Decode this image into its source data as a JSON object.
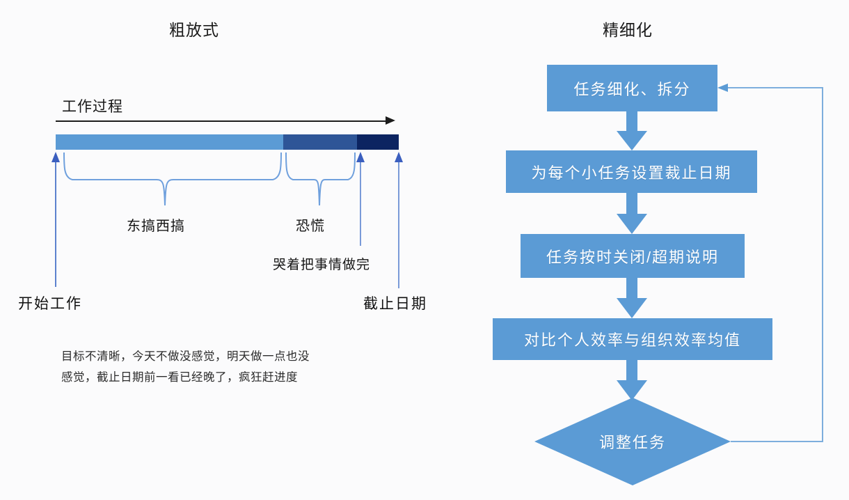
{
  "panels": {
    "left": {
      "title": "粗放式"
    },
    "right": {
      "title": "精细化"
    }
  },
  "timeline": {
    "axis_label": "工作过程",
    "segments": [
      {
        "name": "messing-around",
        "color": "#5b9bd5",
        "portion": 0.663
      },
      {
        "name": "panic",
        "color": "#2e5597",
        "portion": 0.215
      },
      {
        "name": "crying-finish",
        "color": "#0c2461",
        "portion": 0.122
      }
    ],
    "brace_labels": [
      {
        "name": "messing-around-label",
        "text": "东搞西搞"
      },
      {
        "name": "panic-label",
        "text": "恐慌"
      }
    ],
    "marker_labels": [
      {
        "name": "crying-finish-label",
        "text": "哭着把事情做完"
      }
    ],
    "endpoints": [
      {
        "name": "start-work",
        "text": "开始工作"
      },
      {
        "name": "deadline",
        "text": "截止日期"
      }
    ],
    "caption_lines": [
      "目标不清晰，今天不做没感觉，明天做一点也没",
      "感觉，截止日期前一看已经晚了，疯狂赶进度"
    ]
  },
  "flowchart": {
    "node_fill": "#5b9bd5",
    "connector_color": "#5b9bd5",
    "loop_line_color": "#6fa8dc",
    "nodes": [
      {
        "name": "flow-node-task-breakdown",
        "shape": "rect",
        "label": "任务细化、拆分"
      },
      {
        "name": "flow-node-set-deadlines",
        "shape": "rect",
        "label": "为每个小任务设置裁止日期"
      },
      {
        "name": "flow-node-close-or-explain",
        "shape": "rect",
        "label": "任务按时关闭/超期说明"
      },
      {
        "name": "flow-node-compare-efficiency",
        "shape": "rect",
        "label": "对比个人效率与组织效率均值"
      },
      {
        "name": "flow-node-adjust-task",
        "shape": "diamond",
        "label": "调整任务"
      }
    ],
    "feedback_loop": {
      "name": "feedback-loop-arrow",
      "from": "flow-node-adjust-task",
      "to": "flow-node-task-breakdown"
    }
  }
}
